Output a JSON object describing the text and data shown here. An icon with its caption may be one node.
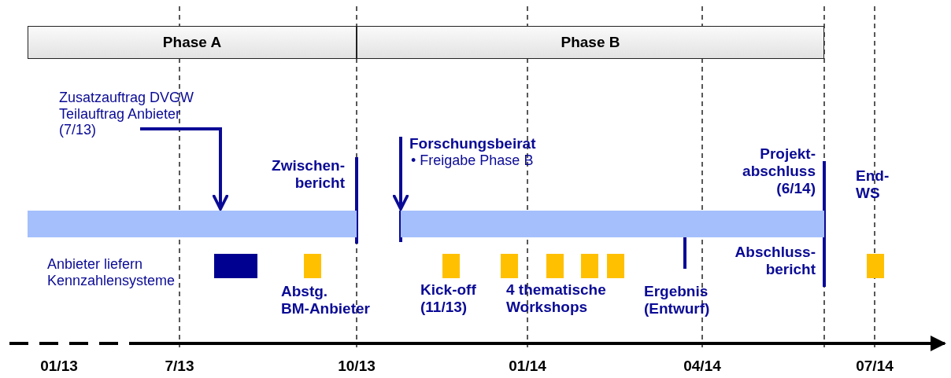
{
  "diagram": {
    "nodes": [
      {
        "text": [
          "Phase A"
        ]
      },
      {
        "text": [
          "Phase B"
        ]
      },
      {
        "text": [
          "Zusatzauftrag DVGW Teilauftrag Anbieter (7/13)"
        ]
      },
      {
        "text": [],
        "shape": "bar"
      },
      {
        "text": [],
        "shape": "bar"
      },
      {
        "text": [
          "Forschungsbeirat",
          "• Freigabe Phase B"
        ]
      }
    ],
    "edges": [
      {
        "from": 2,
        "to": 3,
        "arrow": "to"
      },
      {
        "from": 5,
        "to": 4,
        "arrow": "to"
      }
    ],
    "labels": [
      "Zwischen- bericht",
      "Projekt- abschluss (6/14)",
      "End- WS",
      "Anbieter liefern Kennzahlensysteme",
      "Abstg. BM-Anbieter",
      "Kick-off (11/13)",
      "4 thematische Workshops",
      "Ergebnis (Entwurf)",
      "Abschluss- bericht",
      "01/13",
      "7/13",
      "10/13",
      "01/14",
      "04/14",
      "07/14"
    ]
  }
}
